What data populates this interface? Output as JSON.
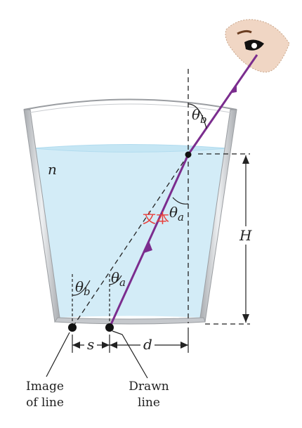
{
  "symbols": {
    "n": "n",
    "theta_b_top": "θb",
    "theta_a_mid": "θa",
    "theta_b_bottom": "θb",
    "theta_a_bottom": "θa",
    "H": "H",
    "s": "s",
    "d": "d"
  },
  "labels": {
    "image_line_1": "Image",
    "image_line_2": "of line",
    "drawn_line_1": "Drawn",
    "drawn_line_2": "line"
  },
  "watermark": "文本",
  "colors": {
    "ray": "#7b2d8e",
    "water": "#d3ecf7",
    "water_edge": "#b2dcef",
    "glass": "#b9bcc0",
    "ink": "#222222",
    "eye_skin": "#f0d6c4"
  }
}
